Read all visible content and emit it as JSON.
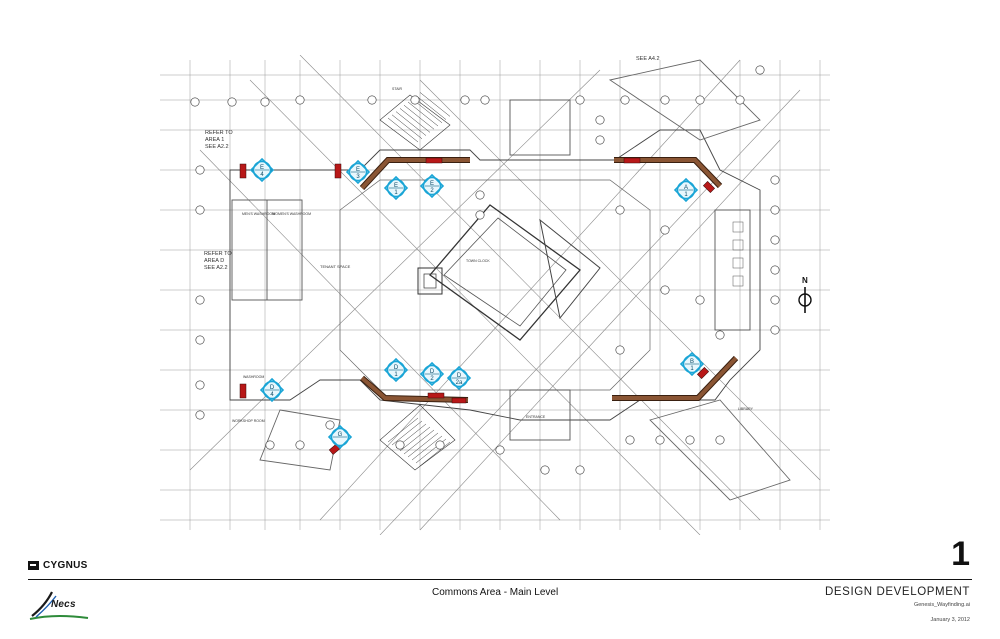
{
  "plan": {
    "refer_note_1": [
      "REFER TO",
      "AREA 1",
      "SEE A2.2"
    ],
    "refer_note_2": [
      "REFER TO",
      "AREA D",
      "SEE A2.2"
    ],
    "see_note": "SEE A4.2",
    "north_label": "N",
    "room_labels": [
      "TENANT SPACE",
      "MEN'S WASHROOM",
      "WOMEN'S WASHROOM",
      "TOWN CLOCK",
      "WASHROOM",
      "WORKSHOP ROOM",
      "STAIR",
      "ENTRANCE",
      "LIBRARY"
    ],
    "signs": [
      {
        "letter": "E",
        "number": "4"
      },
      {
        "letter": "E",
        "number": "3"
      },
      {
        "letter": "E",
        "number": "1"
      },
      {
        "letter": "E",
        "number": "2"
      },
      {
        "letter": "A",
        "number": "1"
      },
      {
        "letter": "D",
        "number": "1"
      },
      {
        "letter": "D",
        "number": "2"
      },
      {
        "letter": "D",
        "number": "2a"
      },
      {
        "letter": "D",
        "number": "4"
      },
      {
        "letter": "B",
        "number": "1"
      },
      {
        "letter": "G",
        "number": ""
      }
    ]
  },
  "footer": {
    "brand": "CYGNUS",
    "logo_text": "Necs",
    "sheet_title": "Commons Area - Main Level",
    "sheet_number": "1",
    "phase": "DESIGN DEVELOPMENT",
    "file_name": "Genesis_Wayfinding.ai",
    "date": "January 3, 2012"
  },
  "colors": {
    "sign_marker": "#1aa5d6",
    "wall_band": "#7a4a2e",
    "wall_accent": "#b81818",
    "linework": "#777777"
  }
}
